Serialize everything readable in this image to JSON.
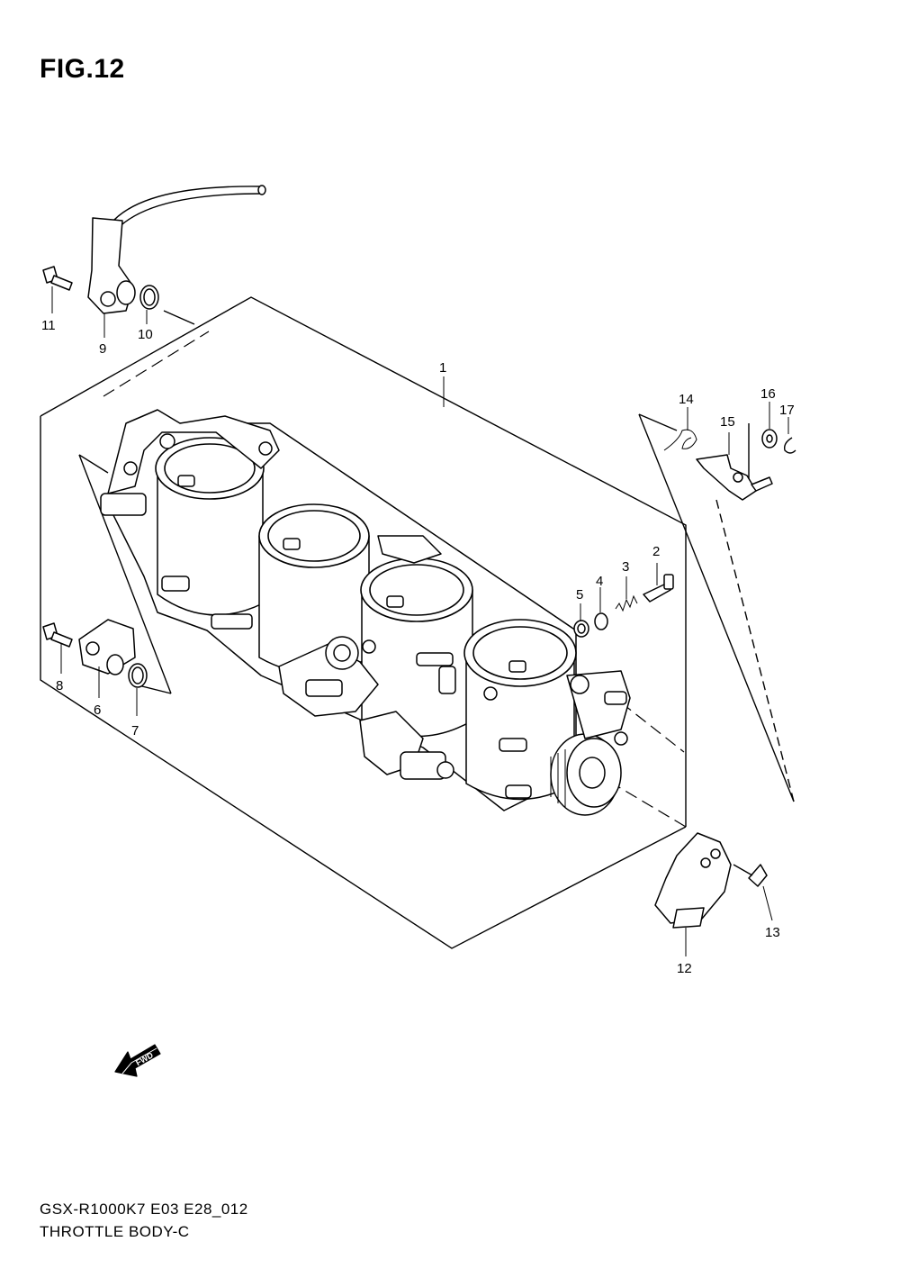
{
  "figure": {
    "title": "FIG.12"
  },
  "footer": {
    "model_code": "GSX-R1000K7 E03 E28_012",
    "section_name": "THROTTLE BODY-C"
  },
  "fwd_badge": {
    "label": "FWD"
  },
  "callouts": [
    "1",
    "2",
    "3",
    "4",
    "5",
    "6",
    "7",
    "8",
    "9",
    "10",
    "11",
    "12",
    "13",
    "14",
    "15",
    "16",
    "17"
  ]
}
